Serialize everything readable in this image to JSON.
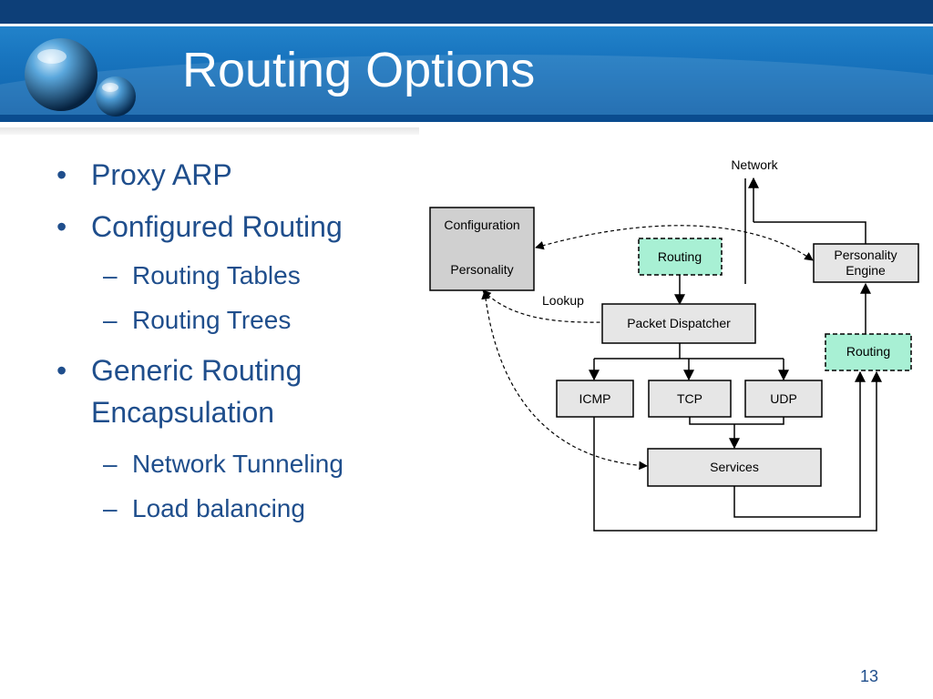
{
  "slide": {
    "title": "Routing Options",
    "page_number": "13",
    "bullets": [
      {
        "id": "proxy-arp",
        "level": 1,
        "text": "Proxy ARP"
      },
      {
        "id": "configured-routing",
        "level": 1,
        "text": "Configured Routing"
      },
      {
        "id": "routing-tables",
        "level": 2,
        "text": "Routing Tables"
      },
      {
        "id": "routing-trees",
        "level": 2,
        "text": "Routing Trees"
      },
      {
        "id": "generic-routing-encapsulation",
        "level": 1,
        "text": "Generic Routing Encapsulation"
      },
      {
        "id": "network-tunneling",
        "level": 2,
        "text": "Network Tunneling"
      },
      {
        "id": "load-balancing",
        "level": 2,
        "text": "Load balancing"
      }
    ]
  },
  "diagram": {
    "network_label": "Network",
    "lookup_label": "Lookup",
    "config_box": {
      "line1": "Configuration",
      "line2": "Personality"
    },
    "routing_top": "Routing",
    "personality_engine": {
      "line1": "Personality",
      "line2": "Engine"
    },
    "packet_dispatcher": "Packet Dispatcher",
    "routing_right": "Routing",
    "icmp": "ICMP",
    "tcp": "TCP",
    "udp": "UDP",
    "services": "Services"
  },
  "colors": {
    "header_blue": "#1976c0",
    "text_blue": "#1f4e8c",
    "routing_box_fill": "#a8f0d4",
    "box_fill": "#e6e6e6"
  }
}
